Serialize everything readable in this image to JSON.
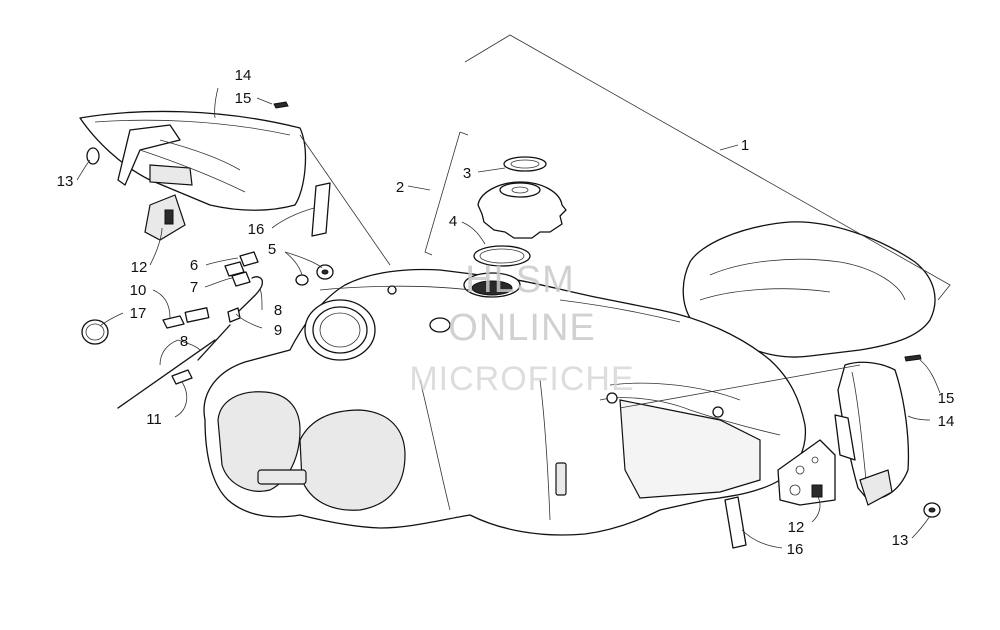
{
  "callouts": {
    "c1": "1",
    "c2": "2",
    "c3": "3",
    "c4": "4",
    "c5": "5",
    "c6": "6",
    "c7": "7",
    "c8a": "8",
    "c8b": "8",
    "c9": "9",
    "c10": "10",
    "c11": "11",
    "c12a": "12",
    "c12b": "12",
    "c13a": "13",
    "c13b": "13",
    "c14a": "14",
    "c14b": "14",
    "c15a": "15",
    "c15b": "15",
    "c16a": "16",
    "c16b": "16",
    "c17": "17"
  },
  "watermark": {
    "line1": "HLSM",
    "line2": "ONLINE",
    "line3": "MICROFICHE"
  }
}
